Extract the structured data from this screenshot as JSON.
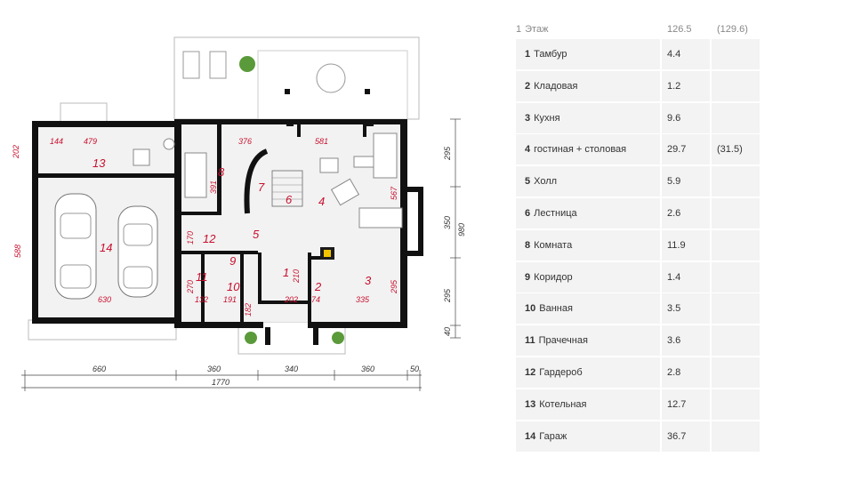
{
  "plan": {
    "rooms": [
      "1",
      "2",
      "3",
      "4",
      "5",
      "6",
      "7",
      "8",
      "9",
      "10",
      "11",
      "12",
      "13",
      "14"
    ],
    "dims_inner": [
      "144",
      "479",
      "202",
      "376",
      "581",
      "391",
      "567",
      "170",
      "588",
      "630",
      "270",
      "132",
      "191",
      "182",
      "210",
      "202",
      "74",
      "335",
      "295"
    ],
    "dims_outer": [
      "295",
      "350",
      "295",
      "40",
      "980",
      "660",
      "360",
      "340",
      "360",
      "50",
      "1770"
    ]
  },
  "table": {
    "header": {
      "num": "1",
      "label": "Этаж",
      "area": "126.5",
      "area_alt": "(129.6)"
    },
    "rows": [
      {
        "num": "1",
        "name": "Тамбур",
        "area": "4.4",
        "alt": ""
      },
      {
        "num": "2",
        "name": "Кладовая",
        "area": "1.2",
        "alt": ""
      },
      {
        "num": "3",
        "name": "Кухня",
        "area": "9.6",
        "alt": ""
      },
      {
        "num": "4",
        "name": "гостиная + столовая",
        "area": "29.7",
        "alt": "(31.5)"
      },
      {
        "num": "5",
        "name": "Холл",
        "area": "5.9",
        "alt": ""
      },
      {
        "num": "6",
        "name": "Лестница",
        "area": "2.6",
        "alt": ""
      },
      {
        "num": "8",
        "name": "Комната",
        "area": "11.9",
        "alt": ""
      },
      {
        "num": "9",
        "name": "Коридор",
        "area": "1.4",
        "alt": ""
      },
      {
        "num": "10",
        "name": "Ванная",
        "area": "3.5",
        "alt": ""
      },
      {
        "num": "11",
        "name": "Прачечная",
        "area": "3.6",
        "alt": ""
      },
      {
        "num": "12",
        "name": "Гардероб",
        "area": "2.8",
        "alt": ""
      },
      {
        "num": "13",
        "name": "Котельная",
        "area": "12.7",
        "alt": ""
      },
      {
        "num": "14",
        "name": "Гараж",
        "area": "36.7",
        "alt": ""
      }
    ]
  }
}
